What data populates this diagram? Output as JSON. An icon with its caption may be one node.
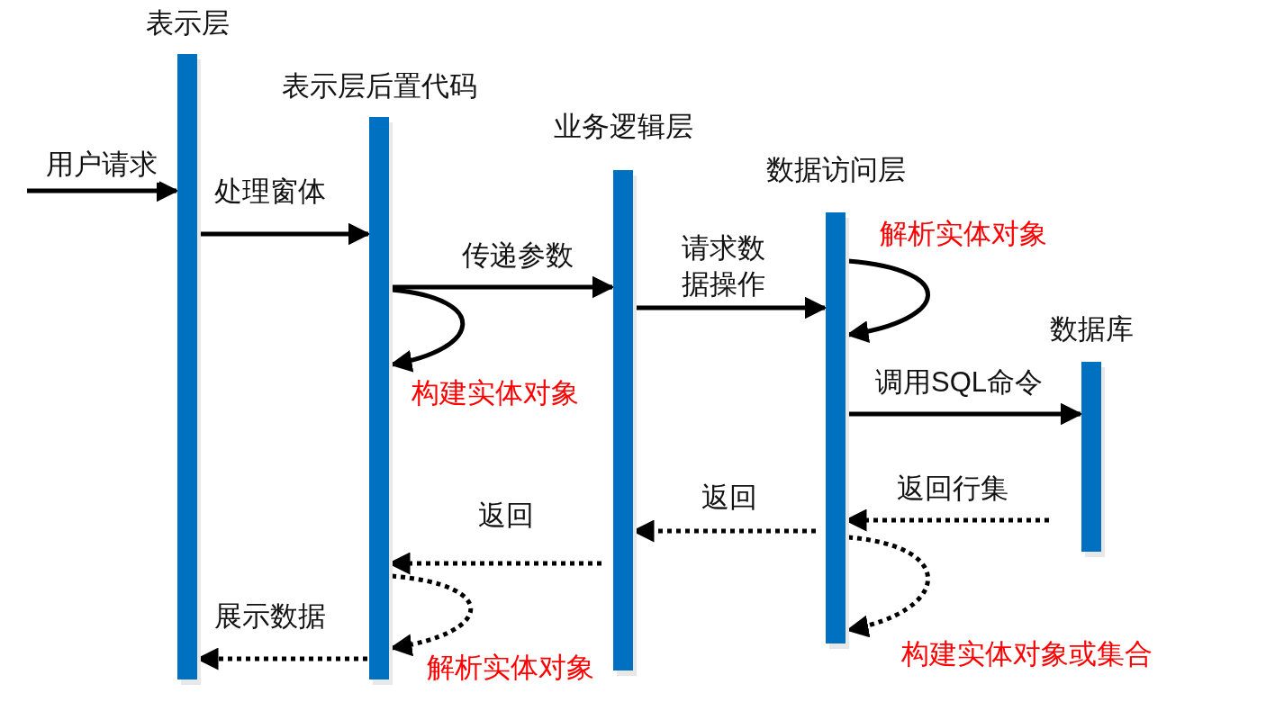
{
  "diagram": {
    "nodes": [
      {
        "text": [
          "表示层"
        ]
      },
      {
        "text": [
          "表示层后置代码"
        ]
      },
      {
        "text": [
          "业务逻辑层"
        ]
      },
      {
        "text": [
          "数据访问层"
        ]
      },
      {
        "text": [
          "数据库"
        ]
      }
    ],
    "edges": [
      {
        "from": null,
        "to": 0,
        "arrow": "to",
        "label": "用户请求"
      },
      {
        "from": 0,
        "to": 1,
        "arrow": "to",
        "label": "处理窗体"
      },
      {
        "from": 1,
        "to": 2,
        "arrow": "to",
        "label": "传递参数"
      },
      {
        "from": 1,
        "to": 1,
        "arrow": "to",
        "label": "构建实体对象"
      },
      {
        "from": 2,
        "to": 3,
        "arrow": "to",
        "label": "请求数据操作"
      },
      {
        "from": 3,
        "to": 3,
        "arrow": "to",
        "label": "解析实体对象"
      },
      {
        "from": 3,
        "to": 4,
        "arrow": "to",
        "label": "调用SQL命令"
      },
      {
        "from": 4,
        "to": 3,
        "arrow": "to",
        "label": "返回行集",
        "style": "dashed"
      },
      {
        "from": 3,
        "to": 3,
        "arrow": "to",
        "label": "构建实体对象或集合",
        "style": "dashed"
      },
      {
        "from": 3,
        "to": 2,
        "arrow": "to",
        "label": "返回",
        "style": "dashed"
      },
      {
        "from": 2,
        "to": 1,
        "arrow": "to",
        "label": "返回",
        "style": "dashed"
      },
      {
        "from": 1,
        "to": 1,
        "arrow": "to",
        "label": "解析实体对象",
        "style": "dashed"
      },
      {
        "from": 1,
        "to": 0,
        "arrow": "to",
        "label": "展示数据",
        "style": "dashed"
      }
    ]
  }
}
